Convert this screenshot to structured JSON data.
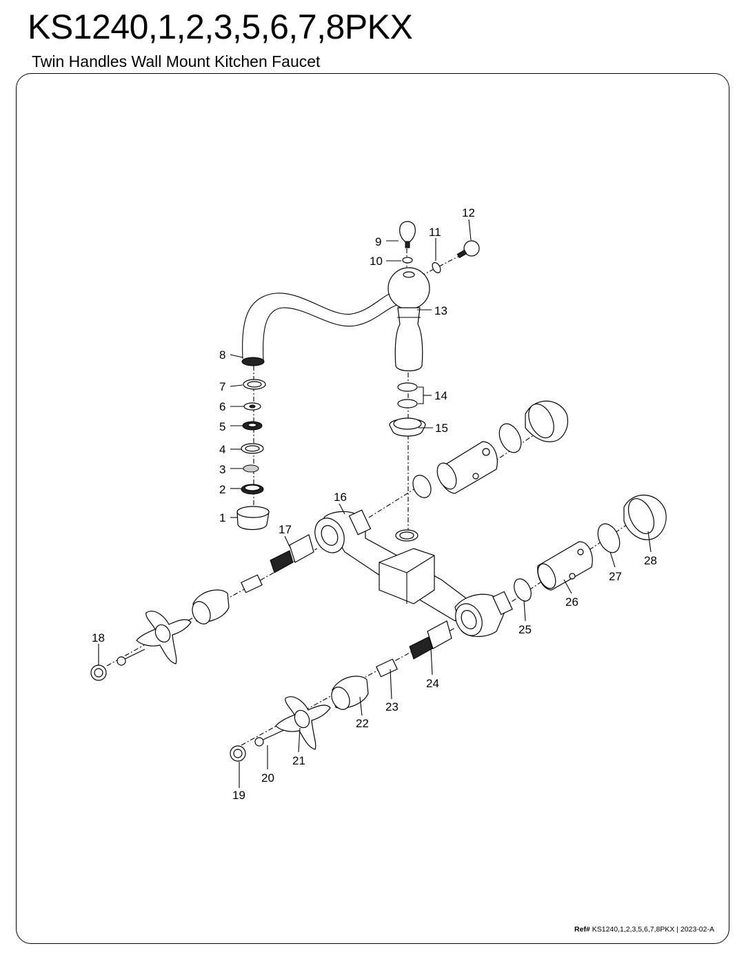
{
  "header": {
    "title": "KS1240,1,2,3,5,6,7,8PKX",
    "subtitle": "Twin Handles Wall Mount  Kitchen Faucet"
  },
  "footer": {
    "ref_label": "Ref#",
    "ref_value": "KS1240,1,2,3,5,6,7,8PKX | 2023-02-A"
  },
  "callouts": {
    "c1": "1",
    "c2": "2",
    "c3": "3",
    "c4": "4",
    "c5": "5",
    "c6": "6",
    "c7": "7",
    "c8": "8",
    "c9": "9",
    "c10": "10",
    "c11": "11",
    "c12": "12",
    "c13": "13",
    "c14": "14",
    "c15": "15",
    "c16": "16",
    "c17": "17",
    "c18": "18",
    "c19": "19",
    "c20": "20",
    "c21": "21",
    "c22": "22",
    "c23": "23",
    "c24": "24",
    "c25": "25",
    "c26": "26",
    "c27": "27",
    "c28": "28"
  },
  "colors": {
    "line": "#000000",
    "background": "#ffffff"
  }
}
